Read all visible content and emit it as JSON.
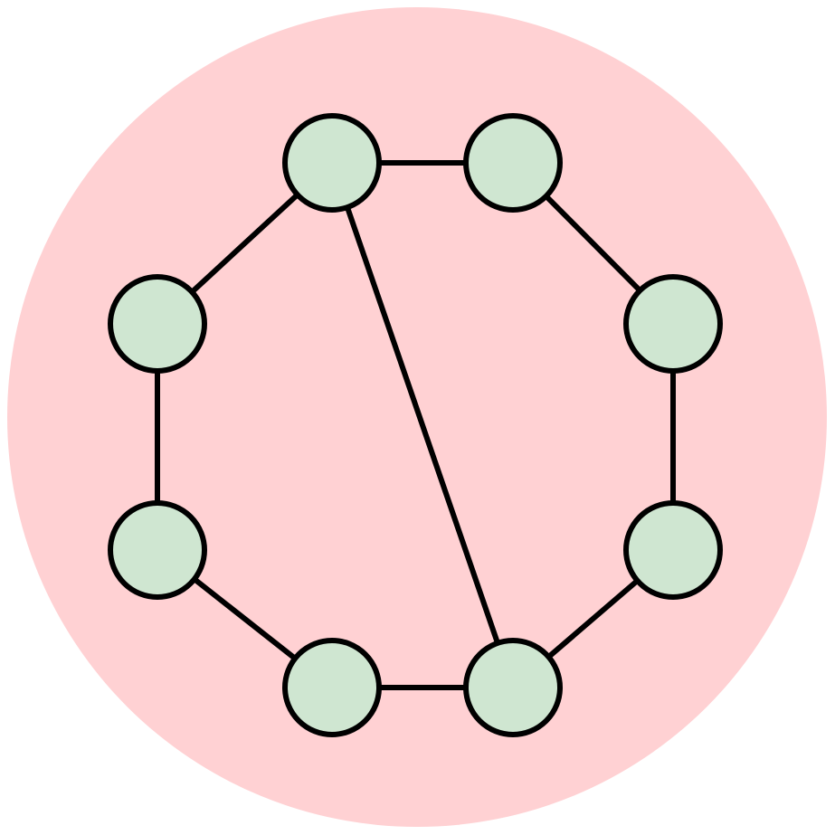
{
  "diagram": {
    "type": "graph",
    "colors": {
      "background_disk": "#ffd1d3",
      "node_fill": "#cfe6d1",
      "stroke": "#000000"
    },
    "nodes": [
      {
        "id": "n1",
        "position": "top-left"
      },
      {
        "id": "n2",
        "position": "top-right"
      },
      {
        "id": "n3",
        "position": "right-upper"
      },
      {
        "id": "n4",
        "position": "right-lower"
      },
      {
        "id": "n5",
        "position": "bottom-right"
      },
      {
        "id": "n6",
        "position": "bottom-left"
      },
      {
        "id": "n7",
        "position": "left-lower"
      },
      {
        "id": "n8",
        "position": "left-upper"
      }
    ],
    "edges": [
      [
        "n1",
        "n2"
      ],
      [
        "n2",
        "n3"
      ],
      [
        "n3",
        "n4"
      ],
      [
        "n4",
        "n5"
      ],
      [
        "n5",
        "n6"
      ],
      [
        "n6",
        "n7"
      ],
      [
        "n7",
        "n8"
      ],
      [
        "n8",
        "n1"
      ],
      [
        "n1",
        "n5"
      ]
    ]
  }
}
